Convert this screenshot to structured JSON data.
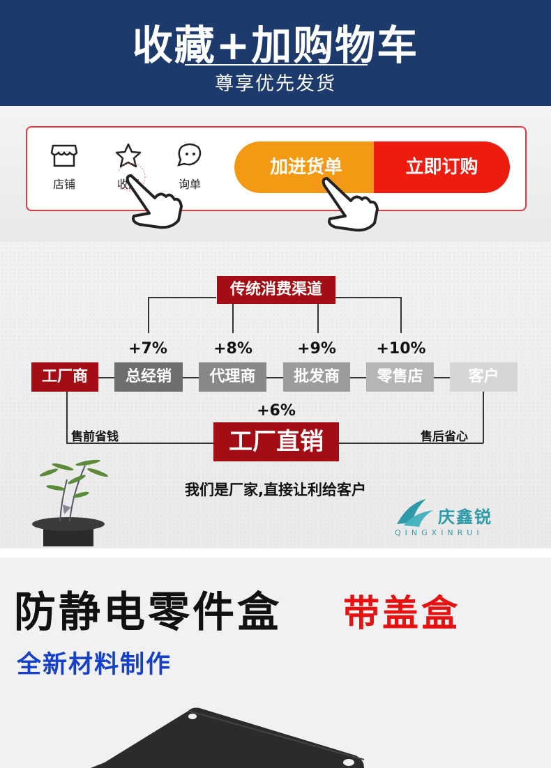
{
  "banner": {
    "title": "收藏+加购物车",
    "subtitle": "尊享优先发货"
  },
  "action_bar": {
    "store_label": "店铺",
    "favorite_label": "收藏",
    "inquire_label": "询单",
    "add_button": "加进货单",
    "buy_button": "立即订购"
  },
  "channel": {
    "traditional": "传统消费渠道",
    "nodes": [
      "工厂商",
      "总经销",
      "代理商",
      "批发商",
      "零售店",
      "客户"
    ],
    "markups": [
      "+7%",
      "+8%",
      "+9%",
      "+10%"
    ],
    "direct_markup": "+6%",
    "direct_label": "工厂直销",
    "left_note": "售前省钱",
    "right_note": "售后省心",
    "slogan": "我们是厂家,直接让利给客户",
    "brand_cn": "庆鑫锐",
    "brand_en": "QINGXINRUI"
  },
  "product": {
    "title": "防静电零件盒",
    "subtitle": "带盖盒",
    "tagline": "全新材料制作"
  },
  "colors": {
    "banner": "#1c3a6b",
    "red": "#a50d14",
    "orange": "#f49a12",
    "accent_red": "#ee1c0f",
    "blue": "#1740c9"
  }
}
